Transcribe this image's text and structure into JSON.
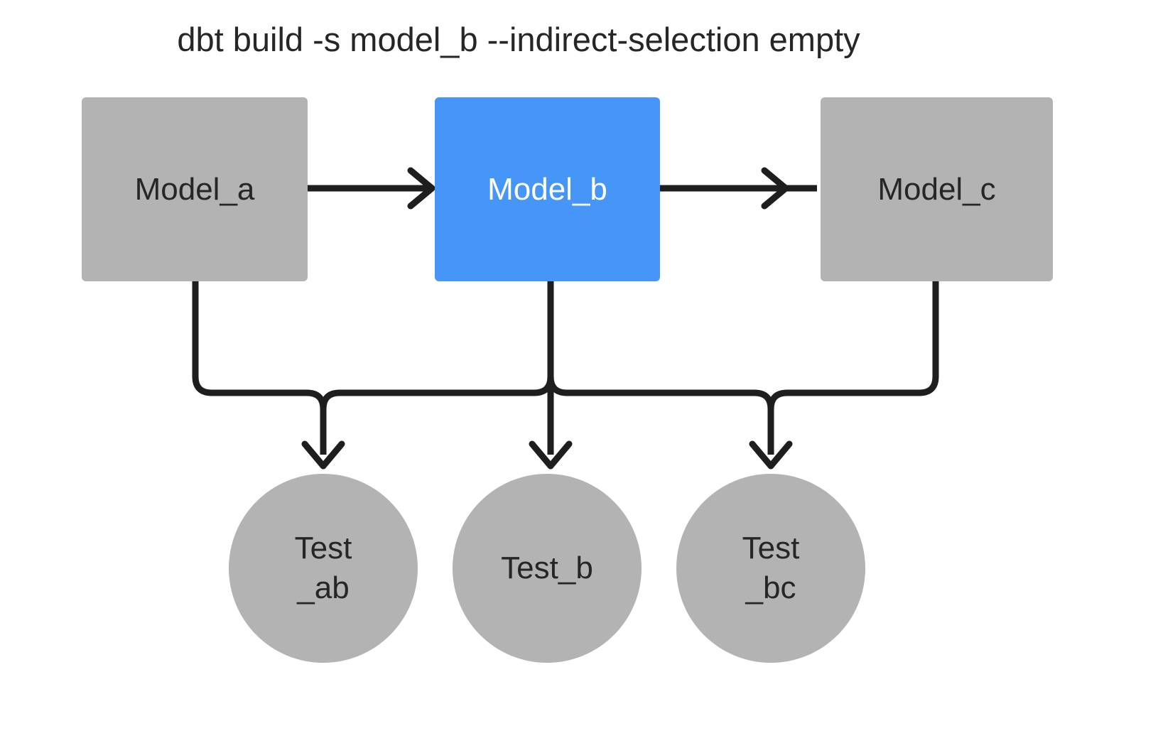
{
  "diagram": {
    "title": "dbt build -s model_b --indirect-selection empty",
    "background_color": "#ffffff",
    "edge_color": "#1e1e1e",
    "default_node_color": "#b3b3b3",
    "accent_color": "#4596f7",
    "text_color": "#262626",
    "accent_text_color": "#ffffff",
    "nodes": [
      {
        "id": "model_a",
        "label": "Model_a",
        "shape": "rectangle",
        "selected": false,
        "fill": "#b3b3b3",
        "text_color": "#262626"
      },
      {
        "id": "model_b",
        "label": "Model_b",
        "shape": "rectangle",
        "selected": true,
        "fill": "#4596f7",
        "text_color": "#ffffff"
      },
      {
        "id": "model_c",
        "label": "Model_c",
        "shape": "rectangle",
        "selected": false,
        "fill": "#b3b3b3",
        "text_color": "#262626"
      },
      {
        "id": "test_ab",
        "label": "Test\n_ab",
        "shape": "circle",
        "selected": false,
        "fill": "#b3b3b3",
        "text_color": "#262626"
      },
      {
        "id": "test_b",
        "label": "Test_b",
        "shape": "circle",
        "selected": false,
        "fill": "#b3b3b3",
        "text_color": "#262626"
      },
      {
        "id": "test_bc",
        "label": "Test\n_bc",
        "shape": "circle",
        "selected": false,
        "fill": "#b3b3b3",
        "text_color": "#262626"
      }
    ],
    "edges": [
      {
        "from": "model_a",
        "to": "model_b",
        "style": "straight-horizontal"
      },
      {
        "from": "model_b",
        "to": "model_c",
        "style": "straight-horizontal"
      },
      {
        "from": "model_a",
        "to": "test_ab",
        "style": "elbow"
      },
      {
        "from": "model_b",
        "to": "test_ab",
        "style": "elbow"
      },
      {
        "from": "model_b",
        "to": "test_b",
        "style": "straight-vertical"
      },
      {
        "from": "model_b",
        "to": "test_bc",
        "style": "elbow"
      },
      {
        "from": "model_c",
        "to": "test_bc",
        "style": "elbow"
      }
    ]
  }
}
